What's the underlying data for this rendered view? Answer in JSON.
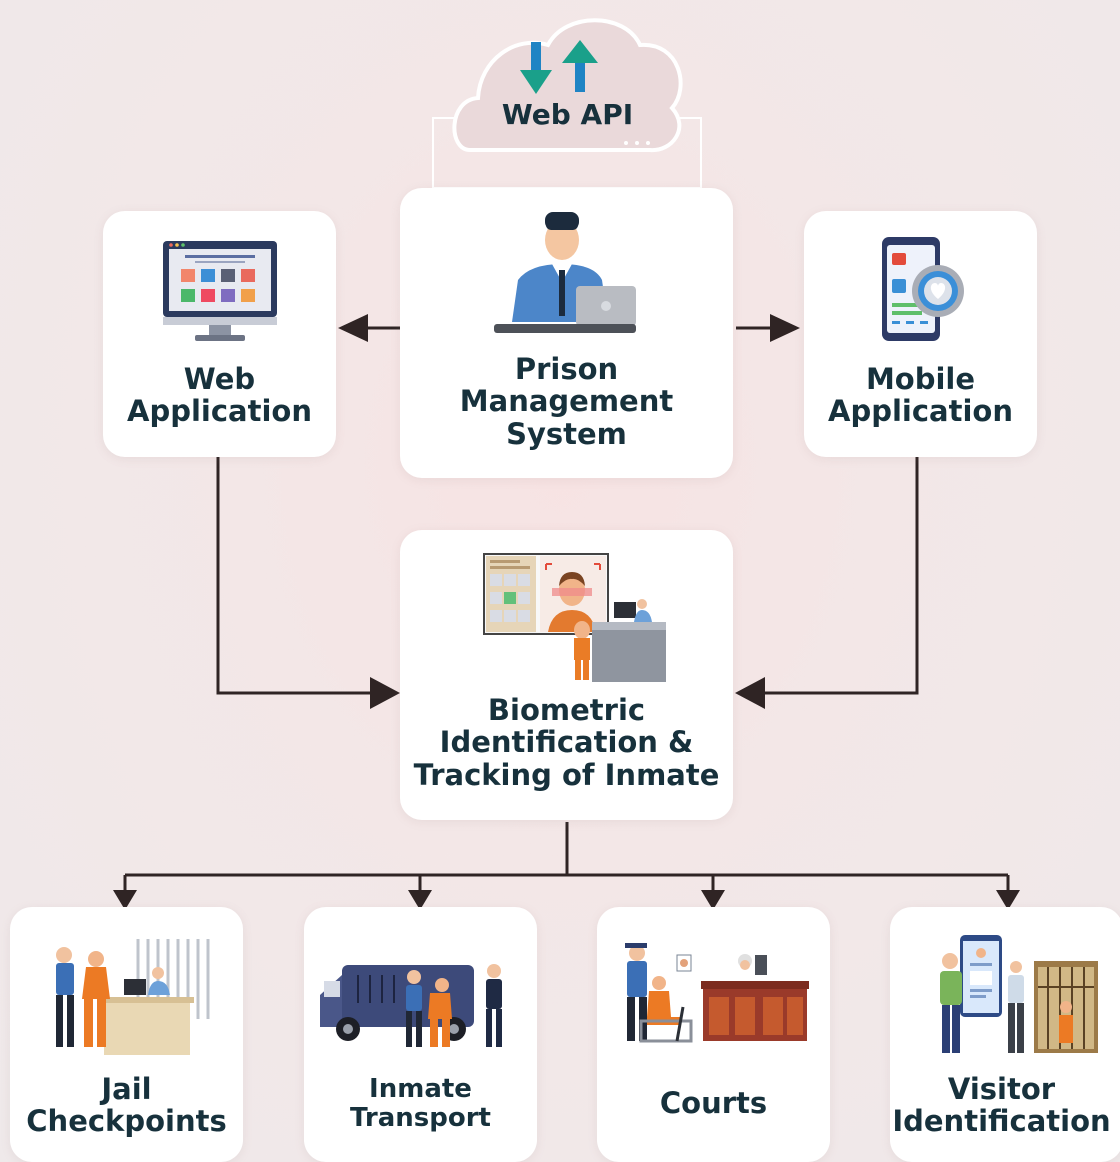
{
  "cloud": {
    "label": "Web API"
  },
  "nodes": {
    "pms": {
      "line1": "Prison",
      "line2": "Management",
      "line3": "System"
    },
    "web_app": {
      "line1": "Web",
      "line2": "Application"
    },
    "mobile_app": {
      "line1": "Mobile",
      "line2": "Application"
    },
    "biometric": {
      "line1": "Biometric",
      "line2": "Identification &",
      "line3": "Tracking of Inmate"
    },
    "jail": {
      "line1": "Jail",
      "line2": "Checkpoints"
    },
    "transport": {
      "line1": "Inmate",
      "line2": "Transport"
    },
    "courts": {
      "line1": "Courts"
    },
    "visitor": {
      "line1": "Visitor",
      "line2": "Identification"
    }
  },
  "colors": {
    "text": "#17313c",
    "connector": "#2f2424",
    "inmate_uniform": "#ec7a24",
    "officer_uniform": "#3b6fb6",
    "api_down_arrow": "#1f84c4",
    "api_up_arrow": "#1aa08a"
  },
  "icons": [
    "api-arrows-icon",
    "officer-laptop-icon",
    "monitor-icon",
    "phone-gear-icon",
    "face-scan-icon",
    "checkpoint-icon",
    "prison-van-icon",
    "courtroom-icon",
    "visitor-id-icon"
  ]
}
